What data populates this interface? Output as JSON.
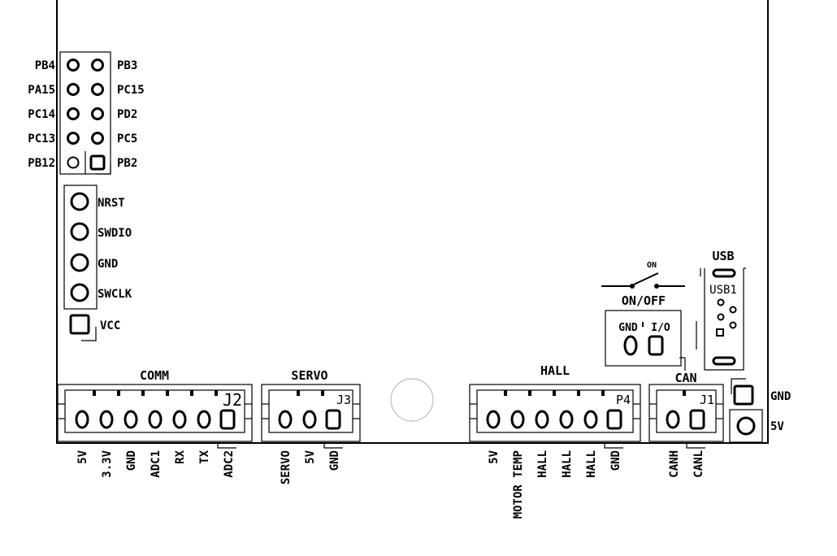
{
  "header_pins": {
    "left": [
      "PB4",
      "PA15",
      "PC14",
      "PC13",
      "PB12"
    ],
    "right": [
      "PB3",
      "PC15",
      "PD2",
      "PC5",
      "PB2"
    ]
  },
  "swd_pins": [
    "NRST",
    "SWDIO",
    "GND",
    "SWCLK",
    "VCC"
  ],
  "switch": {
    "on_label": "ON",
    "title": "ON/OFF",
    "pins": [
      "GND",
      "I/O"
    ]
  },
  "usb": {
    "title": "USB",
    "ref": "USB1"
  },
  "connectors": {
    "comm": {
      "title": "COMM",
      "ref": "J2",
      "pins": [
        "5V",
        "3.3V",
        "GND",
        "ADC1",
        "RX",
        "TX",
        "ADC2"
      ]
    },
    "servo": {
      "title": "SERVO",
      "ref": "J3",
      "pins": [
        "SERVO",
        "5V",
        "GND"
      ]
    },
    "hall": {
      "title": "HALL",
      "ref": "P4",
      "pins": [
        "5V",
        "MOTOR TEMP",
        "HALL",
        "HALL",
        "HALL",
        "GND"
      ]
    },
    "can": {
      "title": "CAN",
      "ref": "J1",
      "pins": [
        "CANH",
        "CANL"
      ]
    }
  },
  "power_pins": [
    "GND",
    "5V"
  ]
}
